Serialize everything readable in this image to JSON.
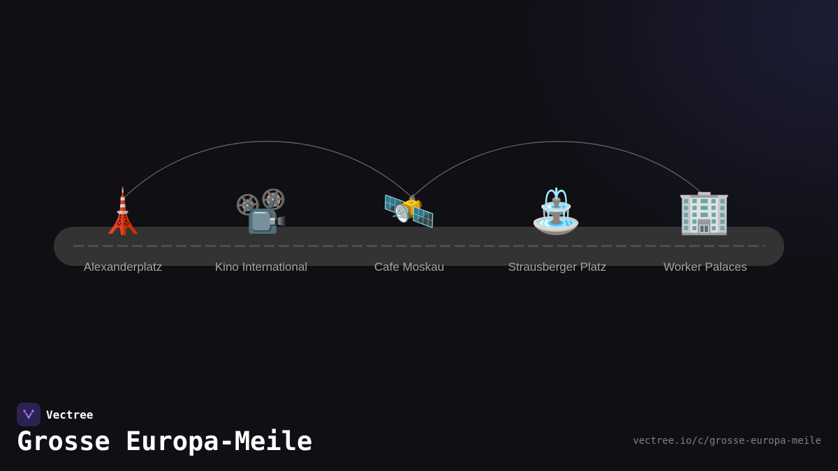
{
  "route": {
    "stops": [
      {
        "label": "Alexanderplatz",
        "icon": "tower-icon",
        "emoji": "🗼"
      },
      {
        "label": "Kino International",
        "icon": "film-projector-icon",
        "emoji": "📽️"
      },
      {
        "label": "Cafe Moskau",
        "icon": "satellite-icon",
        "emoji": "🛰️"
      },
      {
        "label": "Strausberger Platz",
        "icon": "fountain-icon",
        "emoji": "⛲"
      },
      {
        "label": "Worker Palaces",
        "icon": "office-building-icon",
        "emoji": "🏢"
      }
    ],
    "arcs": [
      {
        "from": "Alexanderplatz",
        "to": "Cafe Moskau"
      },
      {
        "from": "Cafe Moskau",
        "to": "Worker Palaces"
      }
    ]
  },
  "brand": {
    "name": "Vectree",
    "logo_icon": "vectree-logo-icon",
    "accent": "#8a4de0"
  },
  "page": {
    "title": "Grosse Europa-Meile",
    "url": "vectree.io/c/grosse-europa-meile"
  },
  "colors": {
    "background": "#0f0f14",
    "road": "#333333",
    "label": "#a4a4a8"
  }
}
